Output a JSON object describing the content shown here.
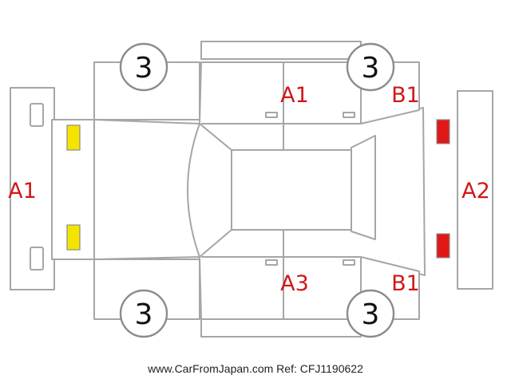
{
  "colors": {
    "outline": "#a6a6a6",
    "code_text": "#d01818",
    "wheel_text": "#111111",
    "lamp_yellow": "#f5e400",
    "lamp_red": "#e01818"
  },
  "codes": {
    "front_panel": "A1",
    "rear_panel": "A2",
    "roof_top_side": "A1",
    "roof_bottom_side": "A3",
    "rear_fender_top": "B1",
    "rear_fender_bottom": "B1"
  },
  "wheels": {
    "front_top": "3",
    "rear_top": "3",
    "front_bottom": "3",
    "rear_bottom": "3"
  },
  "lamps": {
    "front_color": "yellow",
    "rear_color": "red"
  },
  "footer": {
    "site": "www.CarFromJapan.com",
    "ref": "Ref: CFJ1190622"
  }
}
